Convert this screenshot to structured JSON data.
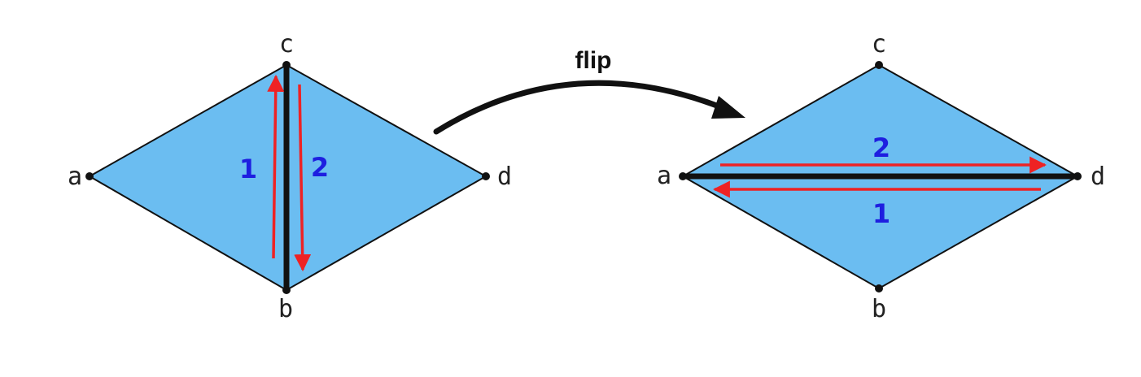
{
  "operation_label": "flip",
  "colors": {
    "face_fill": "#6bbdf1",
    "outline": "#111111",
    "shared_edge": "#111111",
    "half_edge_arrow": "#ee2224",
    "edge_number": "#1e1ee0",
    "vertex_dot": "#111111",
    "vertex_label": "#222222"
  },
  "before": {
    "vertices": {
      "a": "a",
      "b": "b",
      "c": "c",
      "d": "d"
    },
    "half_edges": [
      {
        "number": "1",
        "from": "b",
        "to": "c"
      },
      {
        "number": "2",
        "from": "c",
        "to": "b"
      }
    ]
  },
  "after": {
    "vertices": {
      "a": "a",
      "b": "b",
      "c": "c",
      "d": "d"
    },
    "half_edges": [
      {
        "number": "1",
        "from": "d",
        "to": "a"
      },
      {
        "number": "2",
        "from": "a",
        "to": "d"
      }
    ]
  }
}
